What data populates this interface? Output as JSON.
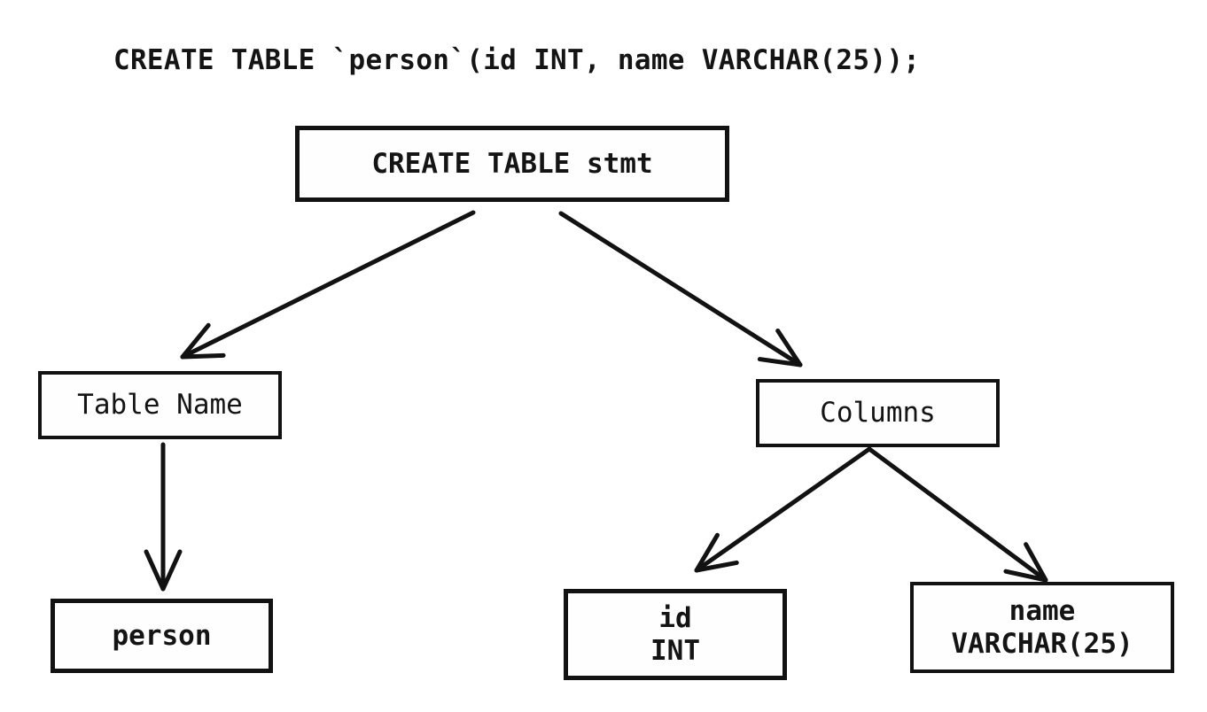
{
  "page": {
    "background": "#ffffff",
    "line_color": "#121212"
  },
  "sql_statement": "CREATE TABLE `person`(id INT, name VARCHAR(25));",
  "diagram": {
    "type": "parse-tree",
    "nodes": [
      {
        "id": "create-table-stmt",
        "label": "CREATE TABLE stmt"
      },
      {
        "id": "table-name",
        "label": "Table Name"
      },
      {
        "id": "columns",
        "label": "Columns"
      },
      {
        "id": "person",
        "label": "person"
      },
      {
        "id": "id-int",
        "lines": [
          "id",
          "INT"
        ]
      },
      {
        "id": "name-varchar",
        "lines": [
          "name",
          "VARCHAR(25)"
        ]
      }
    ],
    "edges": [
      {
        "from": "create-table-stmt",
        "to": "table-name"
      },
      {
        "from": "create-table-stmt",
        "to": "columns"
      },
      {
        "from": "table-name",
        "to": "person"
      },
      {
        "from": "columns",
        "to": "id-int"
      },
      {
        "from": "columns",
        "to": "name-varchar"
      }
    ]
  }
}
